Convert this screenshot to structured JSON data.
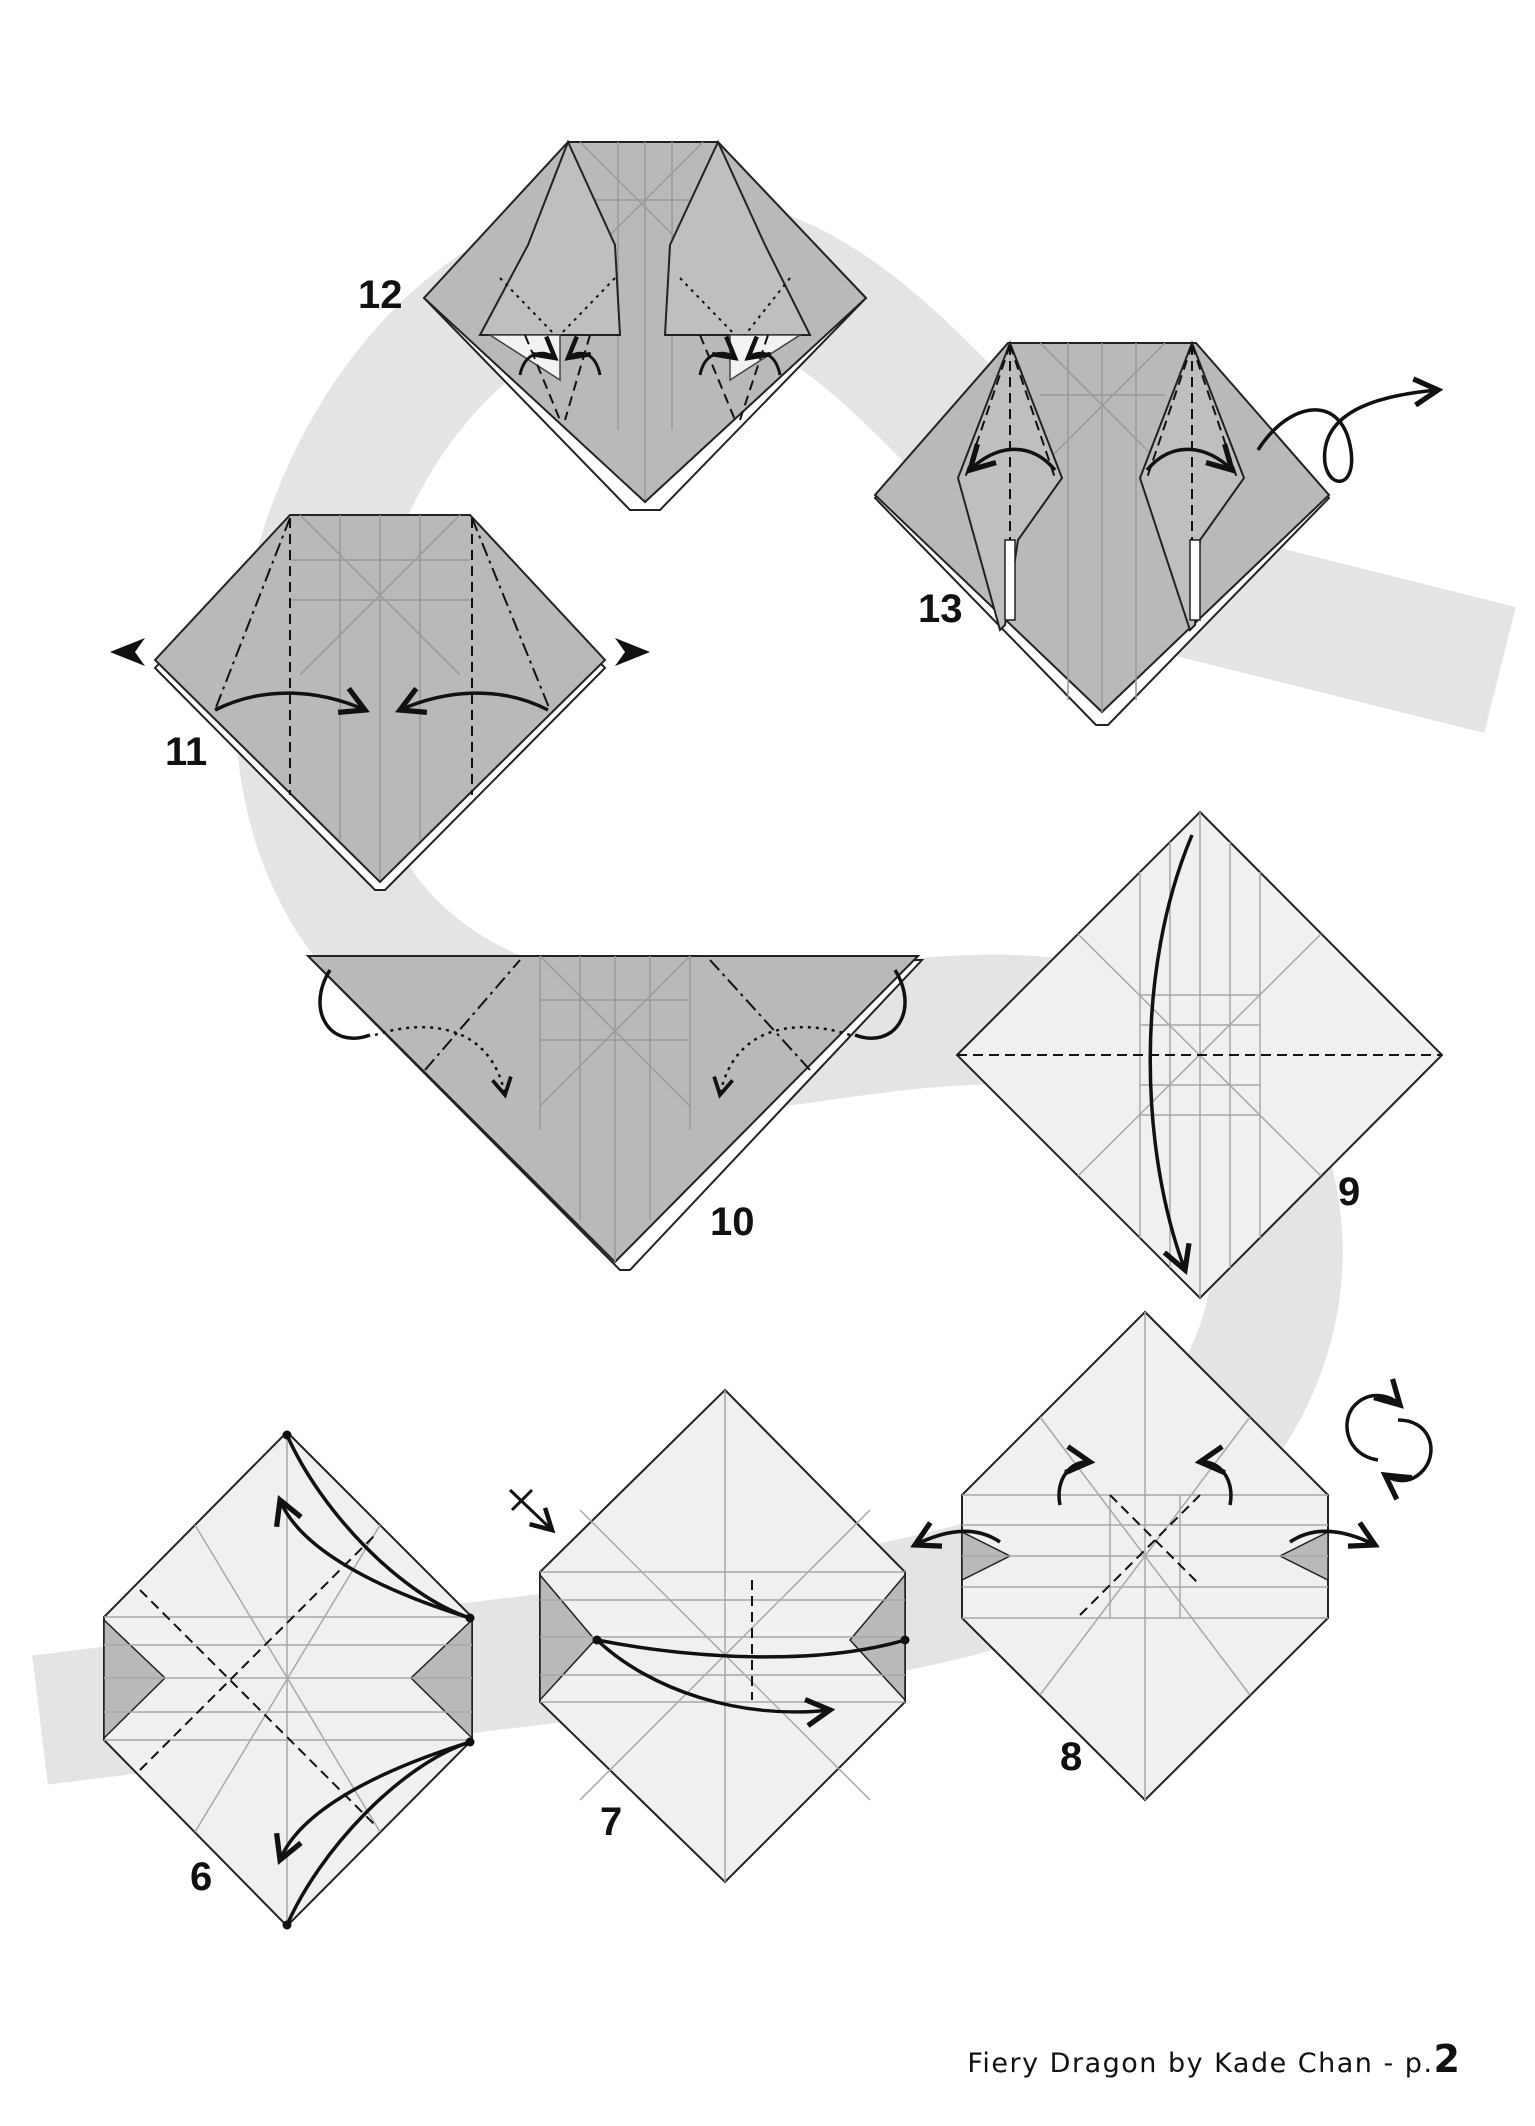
{
  "steps": [
    {
      "number": "6"
    },
    {
      "number": "7"
    },
    {
      "number": "8"
    },
    {
      "number": "9"
    },
    {
      "number": "10"
    },
    {
      "number": "11"
    },
    {
      "number": "12"
    },
    {
      "number": "13"
    }
  ],
  "footer": {
    "credit": "Fiery Dragon by Kade Chan - p.",
    "page": "2"
  },
  "colors": {
    "background": "#ffffff",
    "swoosh": "#e4e4e4",
    "paper_light": "#f0f0f0",
    "paper_dark": "#b9b9b9",
    "crease": "#a0a0a0",
    "outline": "#222222"
  },
  "icons": [
    "valley-fold-arrow",
    "mountain-fold-arrow",
    "push-arrow",
    "turn-over-icon",
    "rotate-icon"
  ]
}
